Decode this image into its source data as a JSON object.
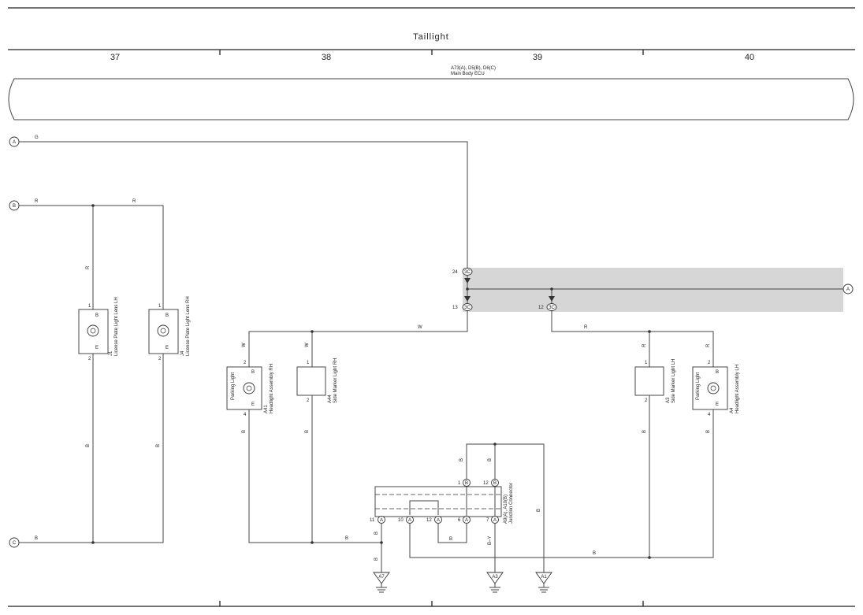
{
  "title": "Taillight",
  "columns": [
    "37",
    "38",
    "39",
    "40"
  ],
  "ecu": {
    "codes": "A73(A), D5(B), D6(C)",
    "name": "Main Body ECU"
  },
  "terminals": {
    "A": "A",
    "B": "B",
    "C": "C",
    "A_right": "A"
  },
  "wires": {
    "A": "G",
    "B": "R",
    "B2": "R",
    "R_lh": "R",
    "W_top": "W",
    "W1": "W",
    "W2": "W",
    "R_top": "R",
    "R1": "R",
    "R2": "R",
    "B_c": "B",
    "B_lh": "B",
    "B_rh": "B",
    "B_a41": "B",
    "B_a44": "B",
    "B_bus": "B",
    "B_a3": "B",
    "B_a4": "B",
    "B_jct1": "B",
    "B_jct2": "B",
    "B_low": "B",
    "B_loop": "B",
    "B_11": "B",
    "B_11b": "B",
    "BY": "B–Y",
    "B_a1": "B",
    "B_return": "B"
  },
  "ecu_pins": {
    "p24": "24",
    "p24c": "3C",
    "p13": "13",
    "p13c": "3C",
    "p12": "12",
    "p12c": "3C"
  },
  "components": {
    "j1": {
      "code": "J1",
      "name": "License Plate Light Lens LH",
      "pin_top": "1",
      "pin_bot": "2",
      "t1": "B",
      "t2": "E"
    },
    "j4": {
      "code": "J4",
      "name": "License Plate Light Lens RH",
      "pin_top": "1",
      "pin_bot": "2",
      "t1": "B",
      "t2": "E"
    },
    "a41": {
      "code": "A41",
      "name": "Headlight Assembly RH",
      "inner": "Parking Light",
      "pin_top": "2",
      "pin_bot": "4",
      "t1": "B",
      "t2": "E"
    },
    "a44": {
      "code": "A44",
      "name": "Side Marker Light RH",
      "pin_top": "1",
      "pin_bot": "2"
    },
    "a3": {
      "code": "A3",
      "name": "Side Marker Light LH",
      "pin_top": "1",
      "pin_bot": "2"
    },
    "a4": {
      "code": "A4",
      "name": "Headlight Assembly LH",
      "inner": "Parking Light",
      "pin_top": "2",
      "pin_bot": "4",
      "t1": "B",
      "t2": "E"
    }
  },
  "junction": {
    "codes": "A9(A), A10(B)",
    "name": "Junction Connector",
    "top_pins": [
      {
        "num": "1",
        "c": "B"
      },
      {
        "num": "12",
        "c": "B"
      }
    ],
    "bottom_pins": [
      {
        "num": "11",
        "c": "A"
      },
      {
        "num": "10",
        "c": "A"
      },
      {
        "num": "12",
        "c": "A"
      },
      {
        "num": "6",
        "c": "A"
      },
      {
        "num": "7",
        "c": "A"
      }
    ]
  },
  "grounds": {
    "a7": "A7",
    "a3": "A3",
    "a1": "A1"
  }
}
